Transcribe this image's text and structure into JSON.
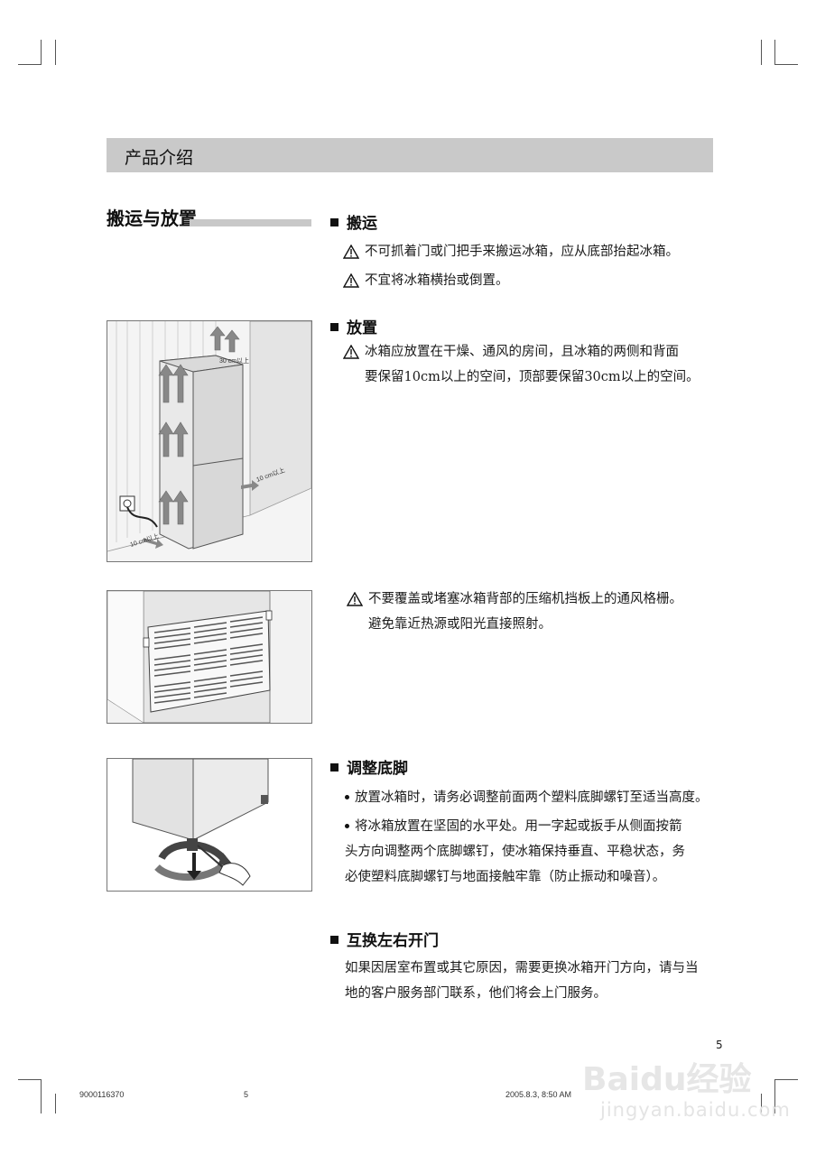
{
  "section_header": "产品介绍",
  "subsection_title": "搬运与放置",
  "sections": {
    "transport": {
      "heading": "搬运",
      "warnings": [
        "不可抓着门或门把手来搬运冰箱，应从底部抬起冰箱。",
        "不宜将冰箱横抬或倒置。"
      ]
    },
    "placement": {
      "heading": "放置",
      "warning_lines": [
        "冰箱应放置在干燥、通风的房间，且冰箱的两侧和背面",
        "要保留10cm以上的空间，顶部要保留30cm以上的空间。"
      ]
    },
    "ventilation": {
      "warning_lines": [
        "不要覆盖或堵塞冰箱背部的压缩机挡板上的通风格栅。",
        "避免靠近热源或阳光直接照射。"
      ]
    },
    "feet": {
      "heading": "调整底脚",
      "bullet1": "放置冰箱时，请务必调整前面两个塑料底脚螺钉至适当高度。",
      "bullet2_lines": [
        "将冰箱放置在坚固的水平处。用一字起或扳手从侧面按箭",
        "头方向调整两个底脚螺钉，使冰箱保持垂直、平稳状态，务",
        "必使塑料底脚螺钉与地面接触牢靠（防止振动和噪音）。"
      ]
    },
    "door": {
      "heading": "互换左右开门",
      "lines": [
        "如果因居室布置或其它原因，需要更换冰箱开门方向，请与当",
        "地的客户服务部门联系，他们将会上门服务。"
      ]
    }
  },
  "figure1_labels": {
    "top": "30 cm以上",
    "right": "10 cm以上",
    "bottom": "10 cm以上"
  },
  "page_number": "5",
  "footer": {
    "doc_id": "9000116370",
    "page": "5",
    "datetime": "2005.8.3, 8:50 AM"
  },
  "watermark": {
    "logo": "Baidu经验",
    "site": "jingyan.baidu.com"
  },
  "colors": {
    "header_bar": "#c9c9c9",
    "text": "#1a1a1a"
  }
}
